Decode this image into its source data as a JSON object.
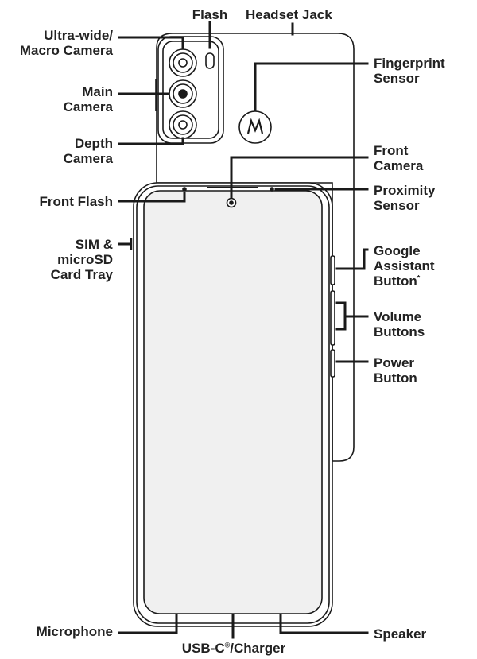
{
  "colors": {
    "outline": "#1a1a1a",
    "screen": "#f0f0f0",
    "phone_body": "#ffffff",
    "text": "#222222"
  },
  "icons": {
    "logo": "motorola-m-logo"
  },
  "labels": {
    "flash": "Flash",
    "headset_jack": "Headset Jack",
    "ultra_wide_line1": "Ultra-wide/",
    "ultra_wide_line2": "Macro Camera",
    "main_line1": "Main",
    "main_line2": "Camera",
    "depth_line1": "Depth",
    "depth_line2": "Camera",
    "fingerprint_line1": "Fingerprint",
    "fingerprint_line2": "Sensor",
    "front_camera_line1": "Front",
    "front_camera_line2": "Camera",
    "front_flash": "Front Flash",
    "proximity_line1": "Proximity",
    "proximity_line2": "Sensor",
    "sim_line1": "SIM &",
    "sim_line2": "microSD",
    "sim_line3": "Card Tray",
    "google_line1": "Google",
    "google_line2": "Assistant",
    "google_line3": "Button",
    "google_mark": "*",
    "volume_line1": "Volume",
    "volume_line2": "Buttons",
    "power_line1": "Power",
    "power_line2": "Button",
    "microphone": "Microphone",
    "usb_main": "USB-C",
    "usb_mark": "®",
    "usb_rest": "/Charger",
    "speaker": "Speaker"
  }
}
